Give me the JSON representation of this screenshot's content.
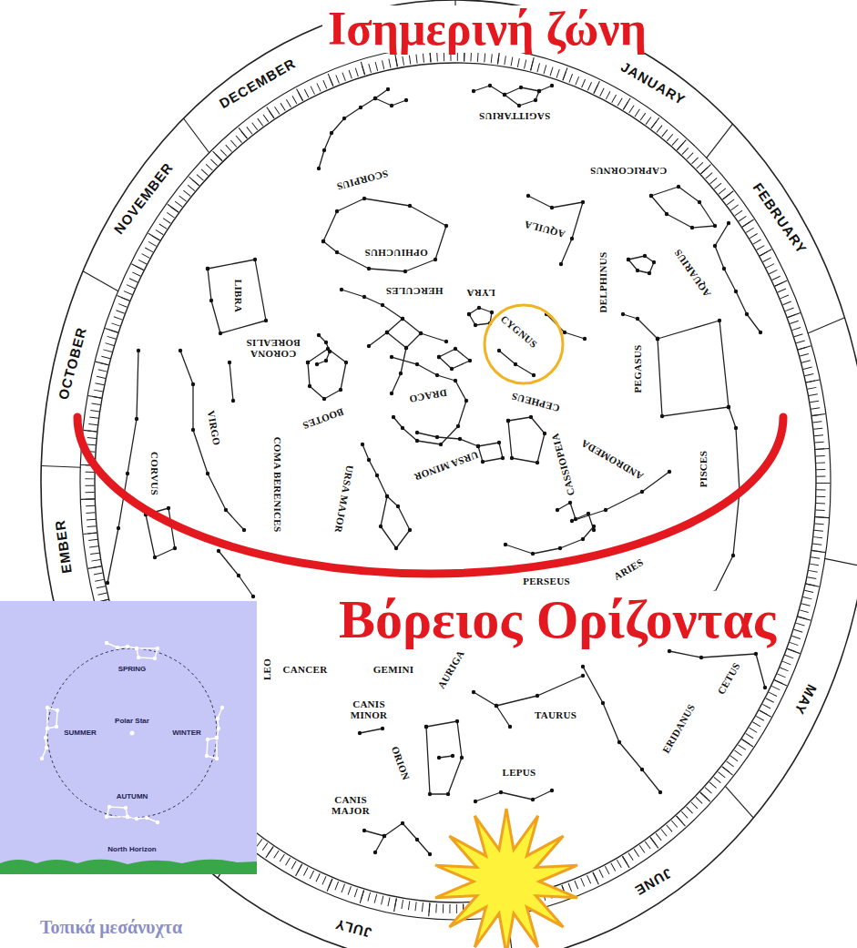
{
  "diagram": {
    "nodes": [
      {
        "text": [
          "CYGNUS"
        ]
      }
    ],
    "labels": [
      "Ισημερινή ζώνη",
      "DECEMBER",
      "JANUARY",
      "NOVEMBER",
      "FEBRUARY",
      "SAGITTARIUS",
      "SCORPIUS",
      "CAPRICORNUS",
      "AQUILA",
      "OPHIUCHUS",
      "AQUARIUS",
      "DELPHINUS",
      "HERCULES",
      "LYRA",
      "LIBRA",
      "OCTOBER",
      "CORONA BOREALIS",
      "PEGASUS",
      "DRACO",
      "CEPHEUS",
      "BOOTES",
      "VIRGO",
      "CORVUS",
      "COMA BERENICES",
      "URSA MAJOR",
      "URSA MINOR",
      "CASSIOPEIA",
      "ANDROMEDA",
      "PISCES",
      "EMBER",
      "PERSEUS",
      "ARIES",
      "Βόρειος Ορίζοντας",
      "LEO",
      "CANCER",
      "GEMINI",
      "AURIGA",
      "CETUS",
      "CANIS MINOR",
      "TAURUS",
      "ERIDANUS",
      "MAY",
      "ORION",
      "CANIS MAJOR",
      "LEPUS",
      "JULY",
      "JUNE",
      "Τοπικά μεσάνυχτα",
      "SPRING",
      "Polar Star",
      "SUMMER",
      "WINTER",
      "AUTUMN",
      "North Horizon"
    ]
  }
}
